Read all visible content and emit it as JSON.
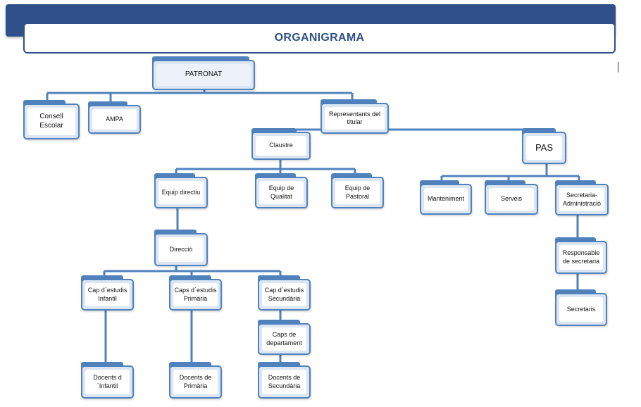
{
  "title": "ORGANIGRAMA",
  "colors": {
    "primary": "#2f5088",
    "node_border": "#4f81bd",
    "node_fill": "#dce6f2",
    "line": "#4f81bd"
  },
  "nodes": {
    "patronat": "PATRONAT",
    "consell_escolar": "Consell Escolar",
    "ampa": "AMPA",
    "representants": "Representants del titular",
    "claustre": "Claustre",
    "pas": "PAS",
    "equip_directiu": "Equip directiu",
    "equip_qualitat": "Equip de Qualitat",
    "equip_pastoral": "Equip de Pastoral",
    "manteniment": "Manteniment",
    "serveis": "Serveis",
    "secretaria": "Secretaria-Administració",
    "direccio": "Direcció",
    "responsable_secretaria": "Responsable de secretaria",
    "secretaris": "Secretaris",
    "cap_infantil": "Cap d´estudis Infantil",
    "caps_primaria": "Caps d´estudis Primària",
    "cap_secundaria": "Cap d´estudis Secundària",
    "caps_departament": "Caps de departament",
    "docents_infantil": "Docents d´Infantil",
    "docents_primaria": "Docents de Primària",
    "docents_secundaria": "Docents de Secundària"
  }
}
